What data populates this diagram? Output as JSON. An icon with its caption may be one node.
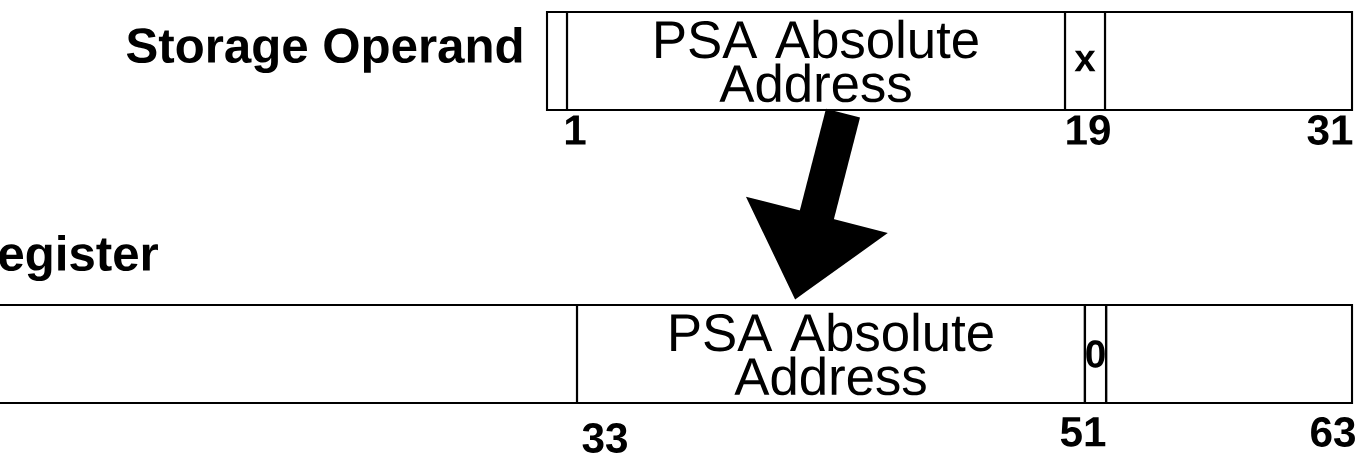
{
  "diagram": {
    "nodes": [
      {
        "text": [],
        "shape": "box"
      },
      {
        "text": [
          "PSA Absolute Address"
        ]
      },
      {
        "text": [
          "x"
        ]
      },
      {
        "text": [],
        "shape": "box"
      },
      {
        "text": [],
        "shape": "box"
      },
      {
        "text": [
          "PSA Absolute Address"
        ]
      },
      {
        "text": [
          "0"
        ]
      },
      {
        "text": [],
        "shape": "box"
      }
    ],
    "edges": [
      {
        "from": 1,
        "to": 5,
        "arrow": "to"
      }
    ],
    "labels": [
      "Storage Operand",
      "1",
      "19",
      "31",
      "egister",
      "33",
      "51",
      "63"
    ]
  }
}
